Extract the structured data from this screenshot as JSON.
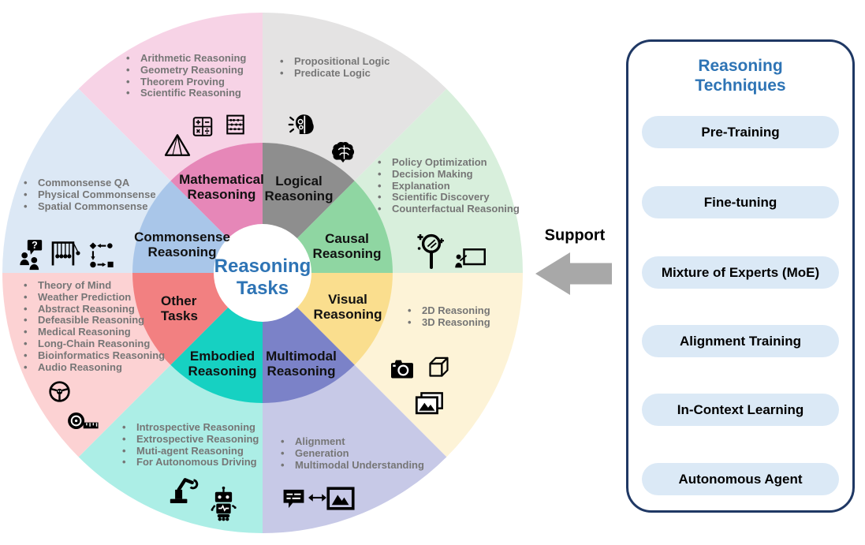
{
  "colors": {
    "accent_blue": "#2e74b5",
    "panel_border": "#1f3864",
    "pill_bg": "#dbe9f6",
    "bullet_text_gray": "#767676",
    "arrow_gray": "#a8a8a8"
  },
  "center": {
    "lines": [
      "Reasoning",
      "Tasks"
    ]
  },
  "support": {
    "label": "Support",
    "arrow_color": "#a8a8a8"
  },
  "panel": {
    "title_lines": [
      "Reasoning",
      "Techniques"
    ],
    "items": [
      "Pre-Training",
      "Fine-tuning",
      "Mixture of Experts (MoE)",
      "Alignment Training",
      "In-Context Learning",
      "Autonomous Agent"
    ]
  },
  "wheel": {
    "segments": [
      {
        "name": "mathematical-reasoning",
        "label_lines": [
          "Mathematical",
          "Reasoning"
        ],
        "inner_color": "#e687b8",
        "outer_color": "#f7d3e6",
        "items": [
          "Arithmetic Reasoning",
          "Geometry Reasoning",
          "Theorem Proving",
          "Scientific Reasoning"
        ],
        "icons": [
          "calculator-icon",
          "abacus-icon",
          "pyramid-icon"
        ]
      },
      {
        "name": "logical-reasoning",
        "label_lines": [
          "Logical",
          "Reasoning"
        ],
        "inner_color": "#8e8e8e",
        "outer_color": "#e4e3e3",
        "items": [
          "Propositional Logic",
          "Predicate Logic"
        ],
        "icons": [
          "idea-head-icon",
          "brain-icon"
        ]
      },
      {
        "name": "causal-reasoning",
        "label_lines": [
          "Causal",
          "Reasoning"
        ],
        "inner_color": "#8fd6a2",
        "outer_color": "#d8efdc",
        "items": [
          "Policy Optimization",
          "Decision Making",
          "Explanation",
          "Scientific Discovery",
          "Counterfactual Reasoning"
        ],
        "icons": [
          "magnifier-sparkle-icon",
          "presenter-board-icon"
        ]
      },
      {
        "name": "visual-reasoning",
        "label_lines": [
          "Visual",
          "Reasoning"
        ],
        "inner_color": "#fade8e",
        "outer_color": "#fdf3d7",
        "items": [
          "2D Reasoning",
          "3D Reasoning"
        ],
        "icons": [
          "camera-icon",
          "cube-icon",
          "photos-icon"
        ]
      },
      {
        "name": "multimodal-reasoning",
        "label_lines": [
          "Multimodal",
          "Reasoning"
        ],
        "inner_color": "#7b82c8",
        "outer_color": "#c7c9e7",
        "items": [
          "Alignment",
          "Generation",
          "Multimodal Understanding"
        ],
        "icons": [
          "chat-bubble-icon",
          "double-arrow-icon",
          "image-icon"
        ]
      },
      {
        "name": "embodied-reasoning",
        "label_lines": [
          "Embodied",
          "Reasoning"
        ],
        "inner_color": "#16d1c2",
        "outer_color": "#aceee6",
        "items": [
          "Introspective Reasoning",
          "Extrospective Reasoning",
          "Muti-agent Reasoning",
          "For Autonomous Driving"
        ],
        "icons": [
          "robot-arm-icon",
          "robot-icon"
        ]
      },
      {
        "name": "other-tasks",
        "label_lines": [
          "Other",
          "Tasks"
        ],
        "inner_color": "#f28081",
        "outer_color": "#fcd2d3",
        "items": [
          "Theory of Mind",
          "Weather Prediction",
          "Abstract Reasoning",
          "Defeasible Reasoning",
          "Medical Reasoning",
          "Long-Chain Reasoning",
          "Bioinformatics Reasoning",
          "Audio Reasoning"
        ],
        "icons": [
          "steering-wheel-icon",
          "tape-measure-icon"
        ]
      },
      {
        "name": "commonsense-reasoning",
        "label_lines": [
          "Commonsense",
          "Reasoning"
        ],
        "inner_color": "#a9c6e9",
        "outer_color": "#dce8f5",
        "items": [
          "Commonsense QA",
          "Physical Commonsense",
          "Spatial Commonsense"
        ],
        "icons": [
          "people-question-icon",
          "newtons-cradle-icon",
          "spatial-relation-icon"
        ]
      }
    ]
  }
}
